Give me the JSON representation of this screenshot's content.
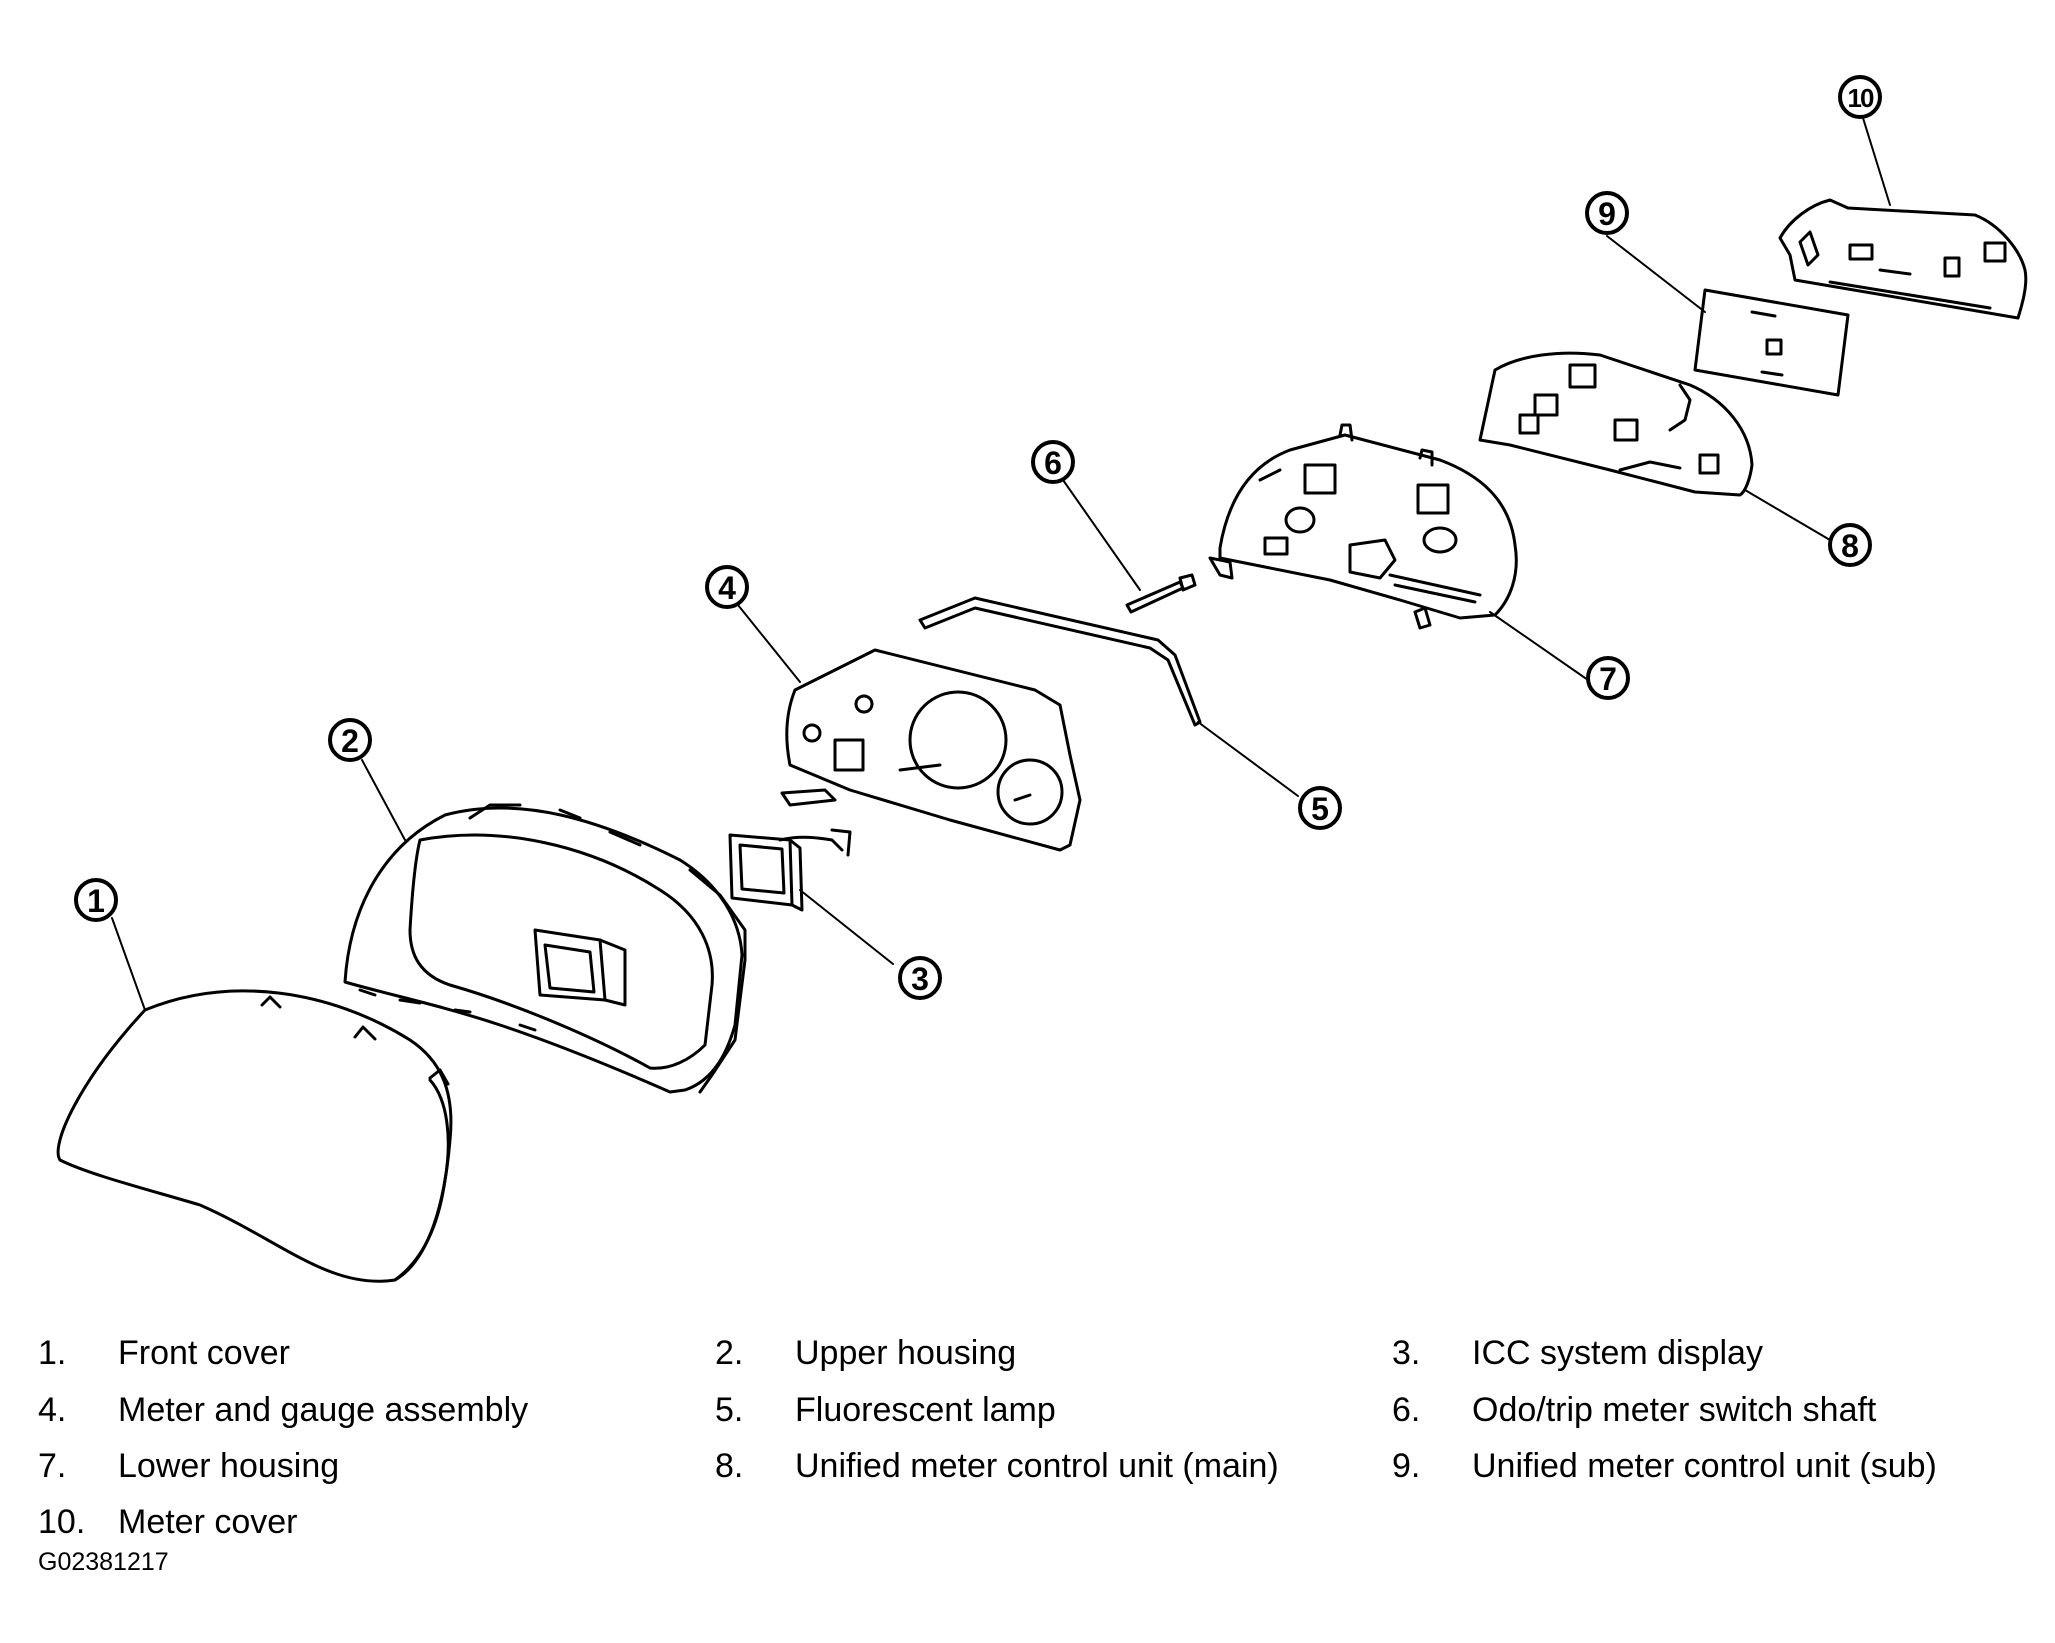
{
  "callouts": [
    "1",
    "2",
    "3",
    "4",
    "5",
    "6",
    "7",
    "8",
    "9",
    "10"
  ],
  "legend": [
    {
      "num": "1.",
      "label": "Front cover"
    },
    {
      "num": "2.",
      "label": "Upper housing"
    },
    {
      "num": "3.",
      "label": "ICC system display"
    },
    {
      "num": "4.",
      "label": "Meter and gauge assembly"
    },
    {
      "num": "5.",
      "label": "Fluorescent lamp"
    },
    {
      "num": "6.",
      "label": "Odo/trip meter switch shaft"
    },
    {
      "num": "7.",
      "label": "Lower housing"
    },
    {
      "num": "8.",
      "label": "Unified meter control unit (main)"
    },
    {
      "num": "9.",
      "label": "Unified meter control unit (sub)"
    },
    {
      "num": "10.",
      "label": "Meter cover"
    }
  ],
  "figure_code": "G02381217"
}
